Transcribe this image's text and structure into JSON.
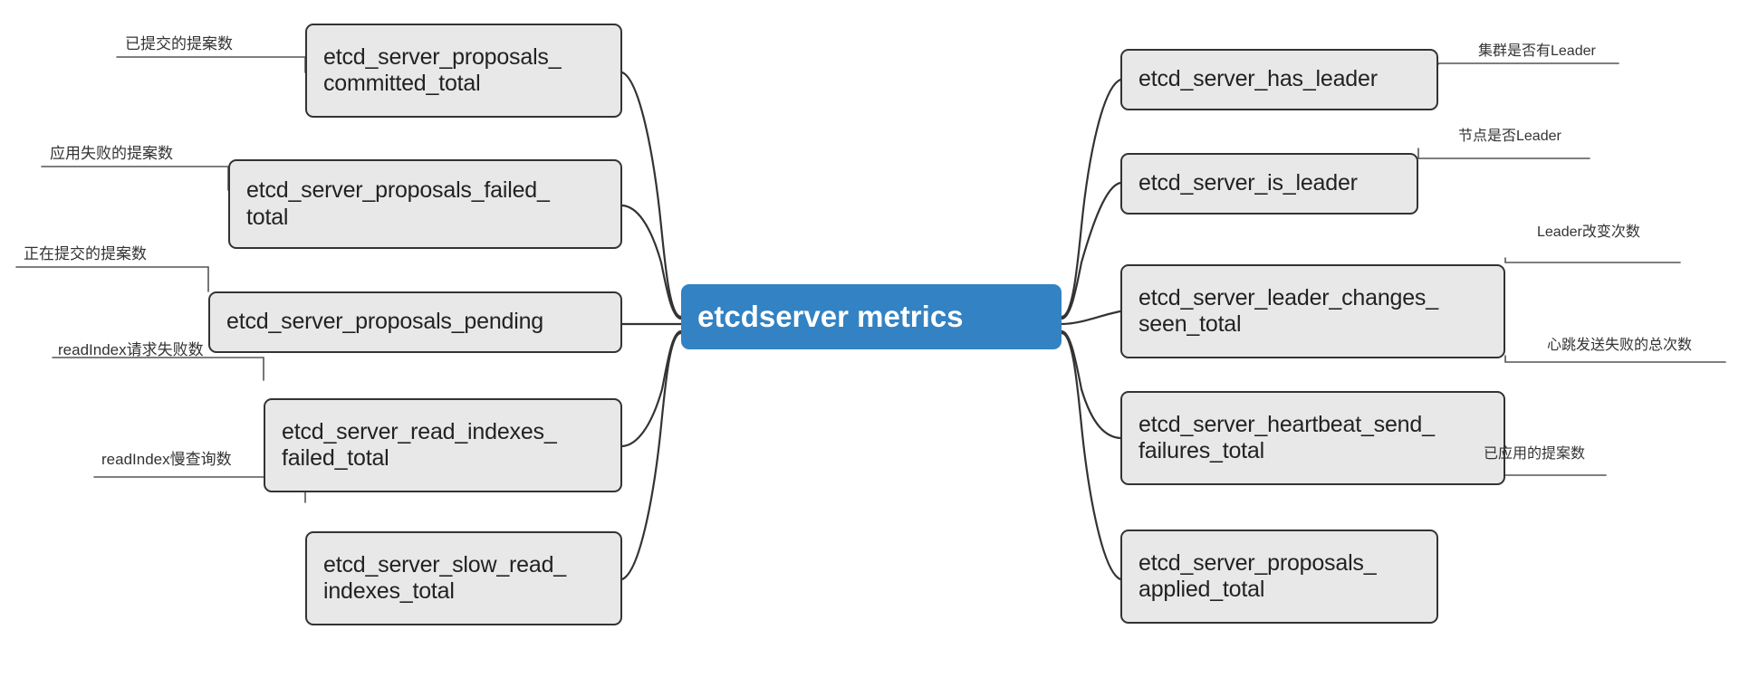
{
  "diagram": {
    "type": "mindmap",
    "root": {
      "label": "etcdserver metrics",
      "color": "#3382c3",
      "text_color": "#ffffff"
    },
    "node_style": {
      "fill": "#e8e8e8",
      "stroke": "#333333",
      "text_color": "#222222"
    },
    "edge_color": "#333333",
    "branches_left": [
      {
        "label": "etcd_server_proposals_\ncommitted_total",
        "annotation": "已提交的提案数"
      },
      {
        "label": "etcd_server_proposals_failed_\ntotal",
        "annotation": "应用失败的提案数"
      },
      {
        "label": "etcd_server_proposals_pending",
        "annotation": "正在提交的提案数"
      },
      {
        "label": "etcd_server_read_indexes_\nfailed_total",
        "annotation": "readIndex请求失败数"
      },
      {
        "label": "etcd_server_slow_read_\nindexes_total",
        "annotation": "readIndex慢查询数"
      }
    ],
    "branches_right": [
      {
        "label": "etcd_server_has_leader",
        "annotation": "集群是否有Leader"
      },
      {
        "label": "etcd_server_is_leader",
        "annotation": "节点是否Leader"
      },
      {
        "label": "etcd_server_leader_changes_\nseen_total",
        "annotation": "Leader改变次数"
      },
      {
        "label": "etcd_server_heartbeat_send_\nfailures_total",
        "annotation": "心跳发送失败的总次数"
      },
      {
        "label": "etcd_server_proposals_\napplied_total",
        "annotation": "已应用的提案数"
      }
    ]
  }
}
